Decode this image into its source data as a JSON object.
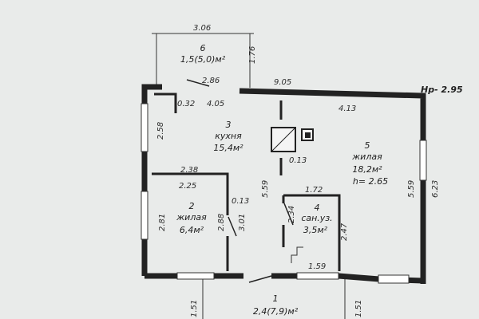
{
  "hr_mark": "Нр- 2.95",
  "rooms": [
    {
      "num": "6",
      "name": "",
      "area": "1,5(5,0)м²"
    },
    {
      "num": "3",
      "name": "кухня",
      "area": "15,4м²"
    },
    {
      "num": "5",
      "name": "жилая",
      "area": "18,2м²",
      "height": "h= 2.65"
    },
    {
      "num": "2",
      "name": "жилая",
      "area": "6,4м²"
    },
    {
      "num": "4",
      "name": "сан.уз.",
      "area": "3,5м²"
    },
    {
      "num": "1",
      "name": "",
      "area": "2,4(7,9)м²"
    }
  ],
  "dims": {
    "d306": "3.06",
    "d176": "1.76",
    "d286": "2.86",
    "d905": "9.05",
    "d032": "0.32",
    "d405": "4.05",
    "d413": "4.13",
    "d258": "2.58",
    "d013a": "0.13",
    "d238": "2.38",
    "d225": "2.25",
    "d559a": "5.59",
    "d013b": "0.13",
    "d172": "1.72",
    "d559b": "5.59",
    "d623": "6.23",
    "d281": "2.81",
    "d288": "2.88",
    "d301": "3.01",
    "d234": "2.34",
    "d247": "2.47",
    "d159": "1.59",
    "d151a": "1.51",
    "d151b": "1.51"
  }
}
